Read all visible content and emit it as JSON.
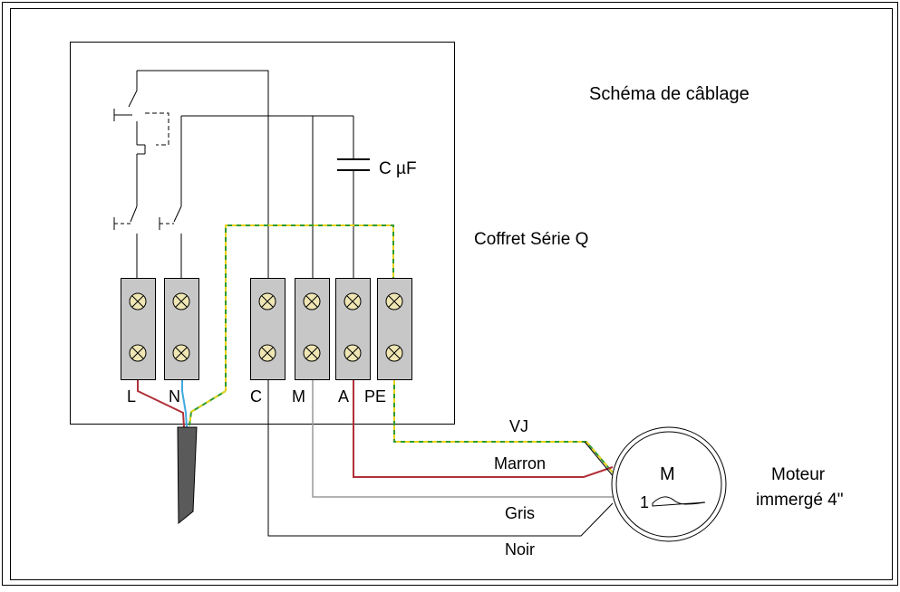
{
  "title": "Schéma de câblage",
  "box_label": "Coffret Série Q",
  "capacitor_label": "C µF",
  "terminals": [
    "L",
    "N",
    "C",
    "M",
    "A",
    "PE"
  ],
  "wires": [
    "VJ",
    "Marron",
    "Gris",
    "Noir"
  ],
  "motor": {
    "symbol": "M",
    "phase": "1",
    "caption_line1": "Moteur",
    "caption_line2": "immergé 4\""
  },
  "colors": {
    "earth_green": "#2e9b2e",
    "earth_yellow": "#e8d21a",
    "brown": "#b0303a",
    "grey": "#9a9a9a",
    "blue": "#3fa9e0",
    "terminal_fill": "#c7c7c7",
    "screw_fill": "#efe6b4"
  }
}
